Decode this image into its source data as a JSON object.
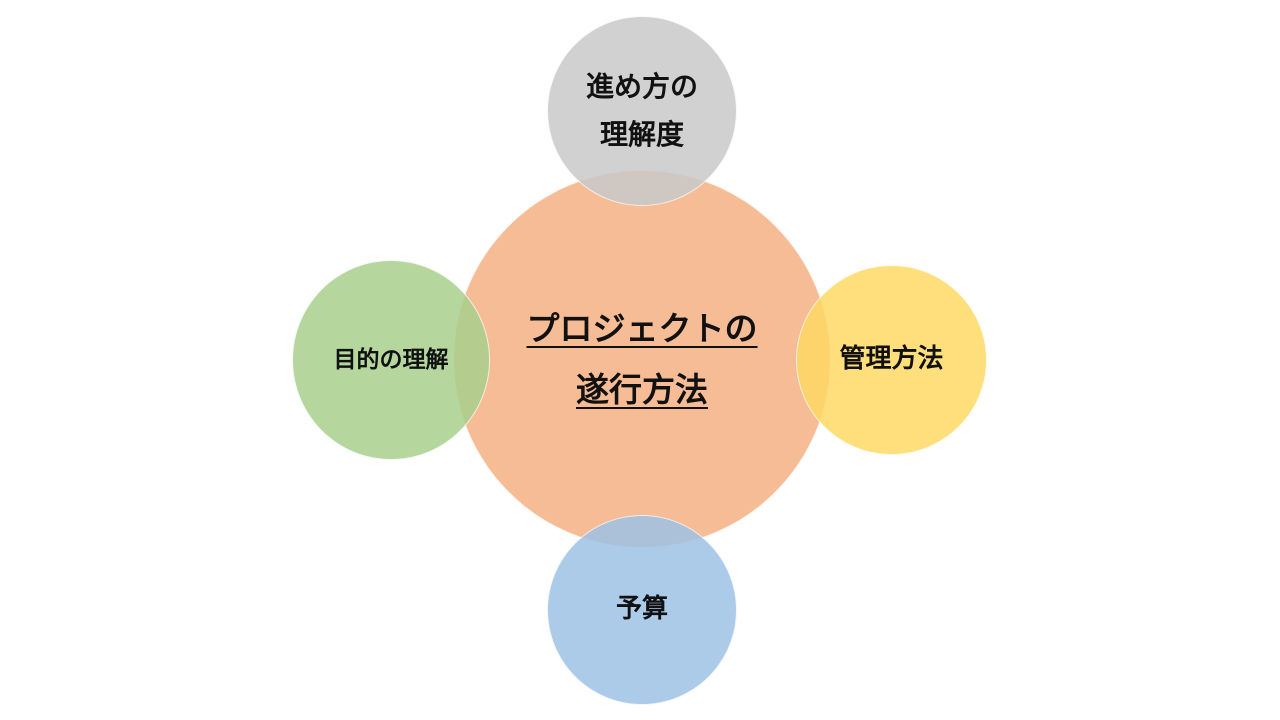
{
  "diagram": {
    "center": {
      "lines": [
        "プロジェクトの",
        "遂行方法"
      ],
      "color": "#f4b183"
    },
    "satellites": {
      "top": {
        "lines": [
          "進め方の",
          "理解度"
        ],
        "color": "#c9c9c9"
      },
      "left": {
        "label": "目的の理解",
        "color": "#a9d18e"
      },
      "right": {
        "label": "管理方法",
        "color": "#ffd966"
      },
      "bottom": {
        "label": "予算",
        "color": "#9dc3e6"
      }
    }
  }
}
